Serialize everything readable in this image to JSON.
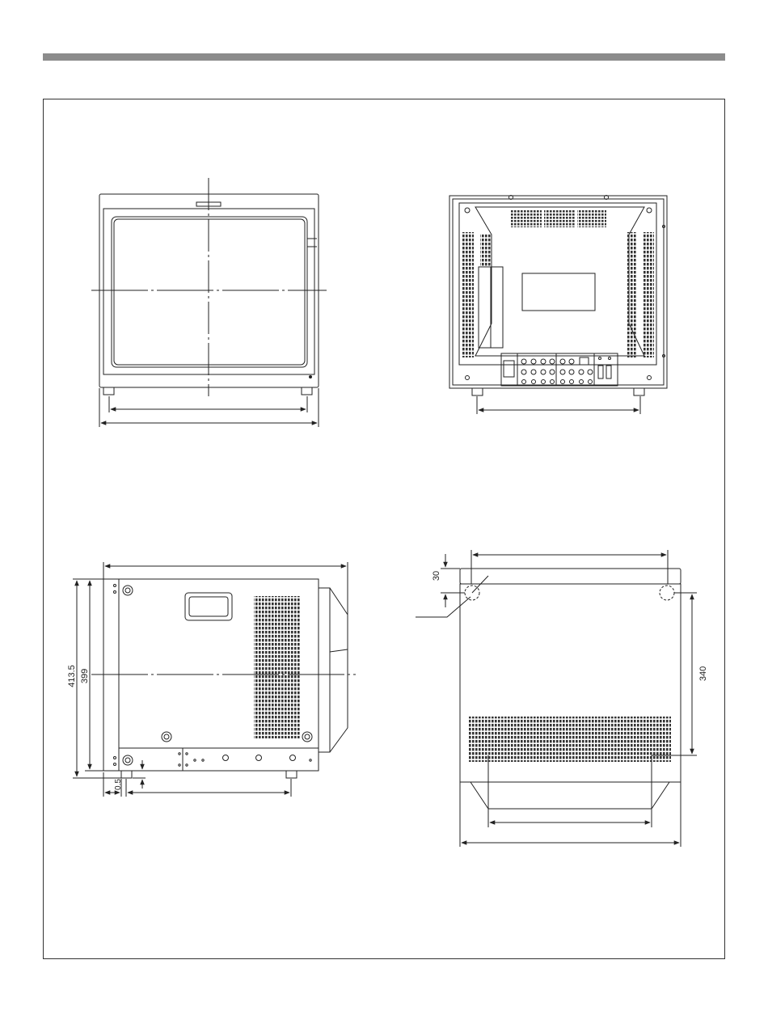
{
  "colors": {
    "header_bar": "#8c8c8c",
    "line": "#222222"
  },
  "dimensions": {
    "side_overall_height": "413.5",
    "side_body_height": "399",
    "side_foot_offset": "0.5",
    "bottom_front_offset": "30",
    "bottom_foot_depth": "340"
  }
}
